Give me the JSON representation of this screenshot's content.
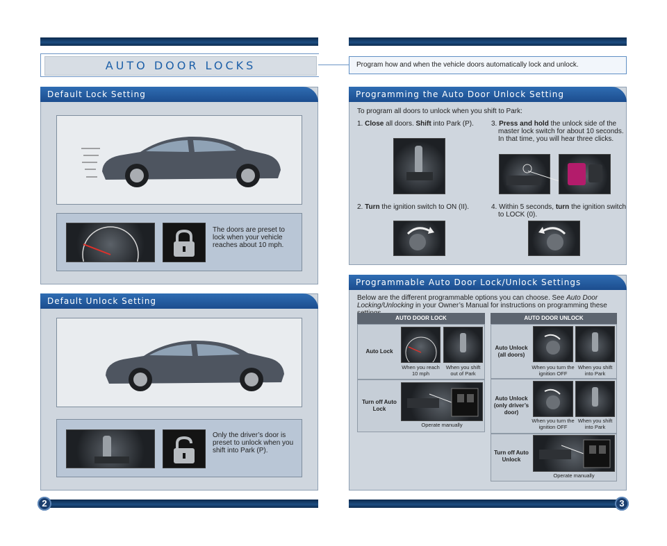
{
  "header": {
    "title": "AUTO DOOR LOCKS",
    "intro": "Program how and when the vehicle doors automatically lock and unlock."
  },
  "default_lock": {
    "heading": "Default Lock Setting",
    "text": "The doors are preset to lock when your vehicle reaches about 10 mph."
  },
  "default_unlock": {
    "heading": "Default Unlock Setting",
    "text": "Only the driver’s door is preset to unlock when you shift into Park (P)."
  },
  "programming": {
    "heading": "Programming the Auto Door Unlock Setting",
    "intro": "To program all doors to unlock when you shift to Park:",
    "step1_num": "1.",
    "step1_bold1": "Close",
    "step1_mid": "all doors.",
    "step1_bold2": "Shift",
    "step1_end": "into Park (P).",
    "step2_num": "2.",
    "step2_bold": "Turn",
    "step2_rest": "the ignition switch to ON (II).",
    "step3_num": "3.",
    "step3_bold": "Press and hold",
    "step3_rest": "the unlock side of the master lock switch for about 10 seconds. In that time, you will hear three clicks.",
    "step4_num": "4.",
    "step4_pre": "Within 5 seconds,",
    "step4_bold": "turn",
    "step4_rest": "the ignition switch to LOCK (0)."
  },
  "programmable": {
    "heading": "Programmable Auto Door Lock/Unlock Settings",
    "intro_pre": "Below are the different programmable options you can choose. See",
    "intro_ital": "Auto Door Locking/Unlocking",
    "intro_post": "in your Owner’s Manual for instructions on programming these settings.",
    "lock_table": {
      "header": "AUTO DOOR LOCK",
      "row1_label": "Auto Lock",
      "row1_cap1": "When you reach 10 mph",
      "row1_cap2": "When you shift out of Park",
      "row2_label": "Turn off Auto Lock",
      "row2_cap": "Operate manually"
    },
    "unlock_table": {
      "header": "AUTO DOOR UNLOCK",
      "row1_label": "Auto Unlock (all doors)",
      "row1_cap1": "When you turn the ignition OFF",
      "row1_cap2": "When you shift into Park",
      "row2_label": "Auto Unlock (only driver’s door)",
      "row2_cap1": "When you turn the ignition OFF",
      "row2_cap2": "When you shift into Park",
      "row3_label": "Turn off Auto Unlock",
      "row3_cap": "Operate manually"
    }
  },
  "footer": {
    "left_page": "2",
    "right_page": "3"
  },
  "colors": {
    "accent_blue": "#1c4d8e",
    "panel_gray": "#cfd6de",
    "title_blue": "#1c5fa8"
  }
}
